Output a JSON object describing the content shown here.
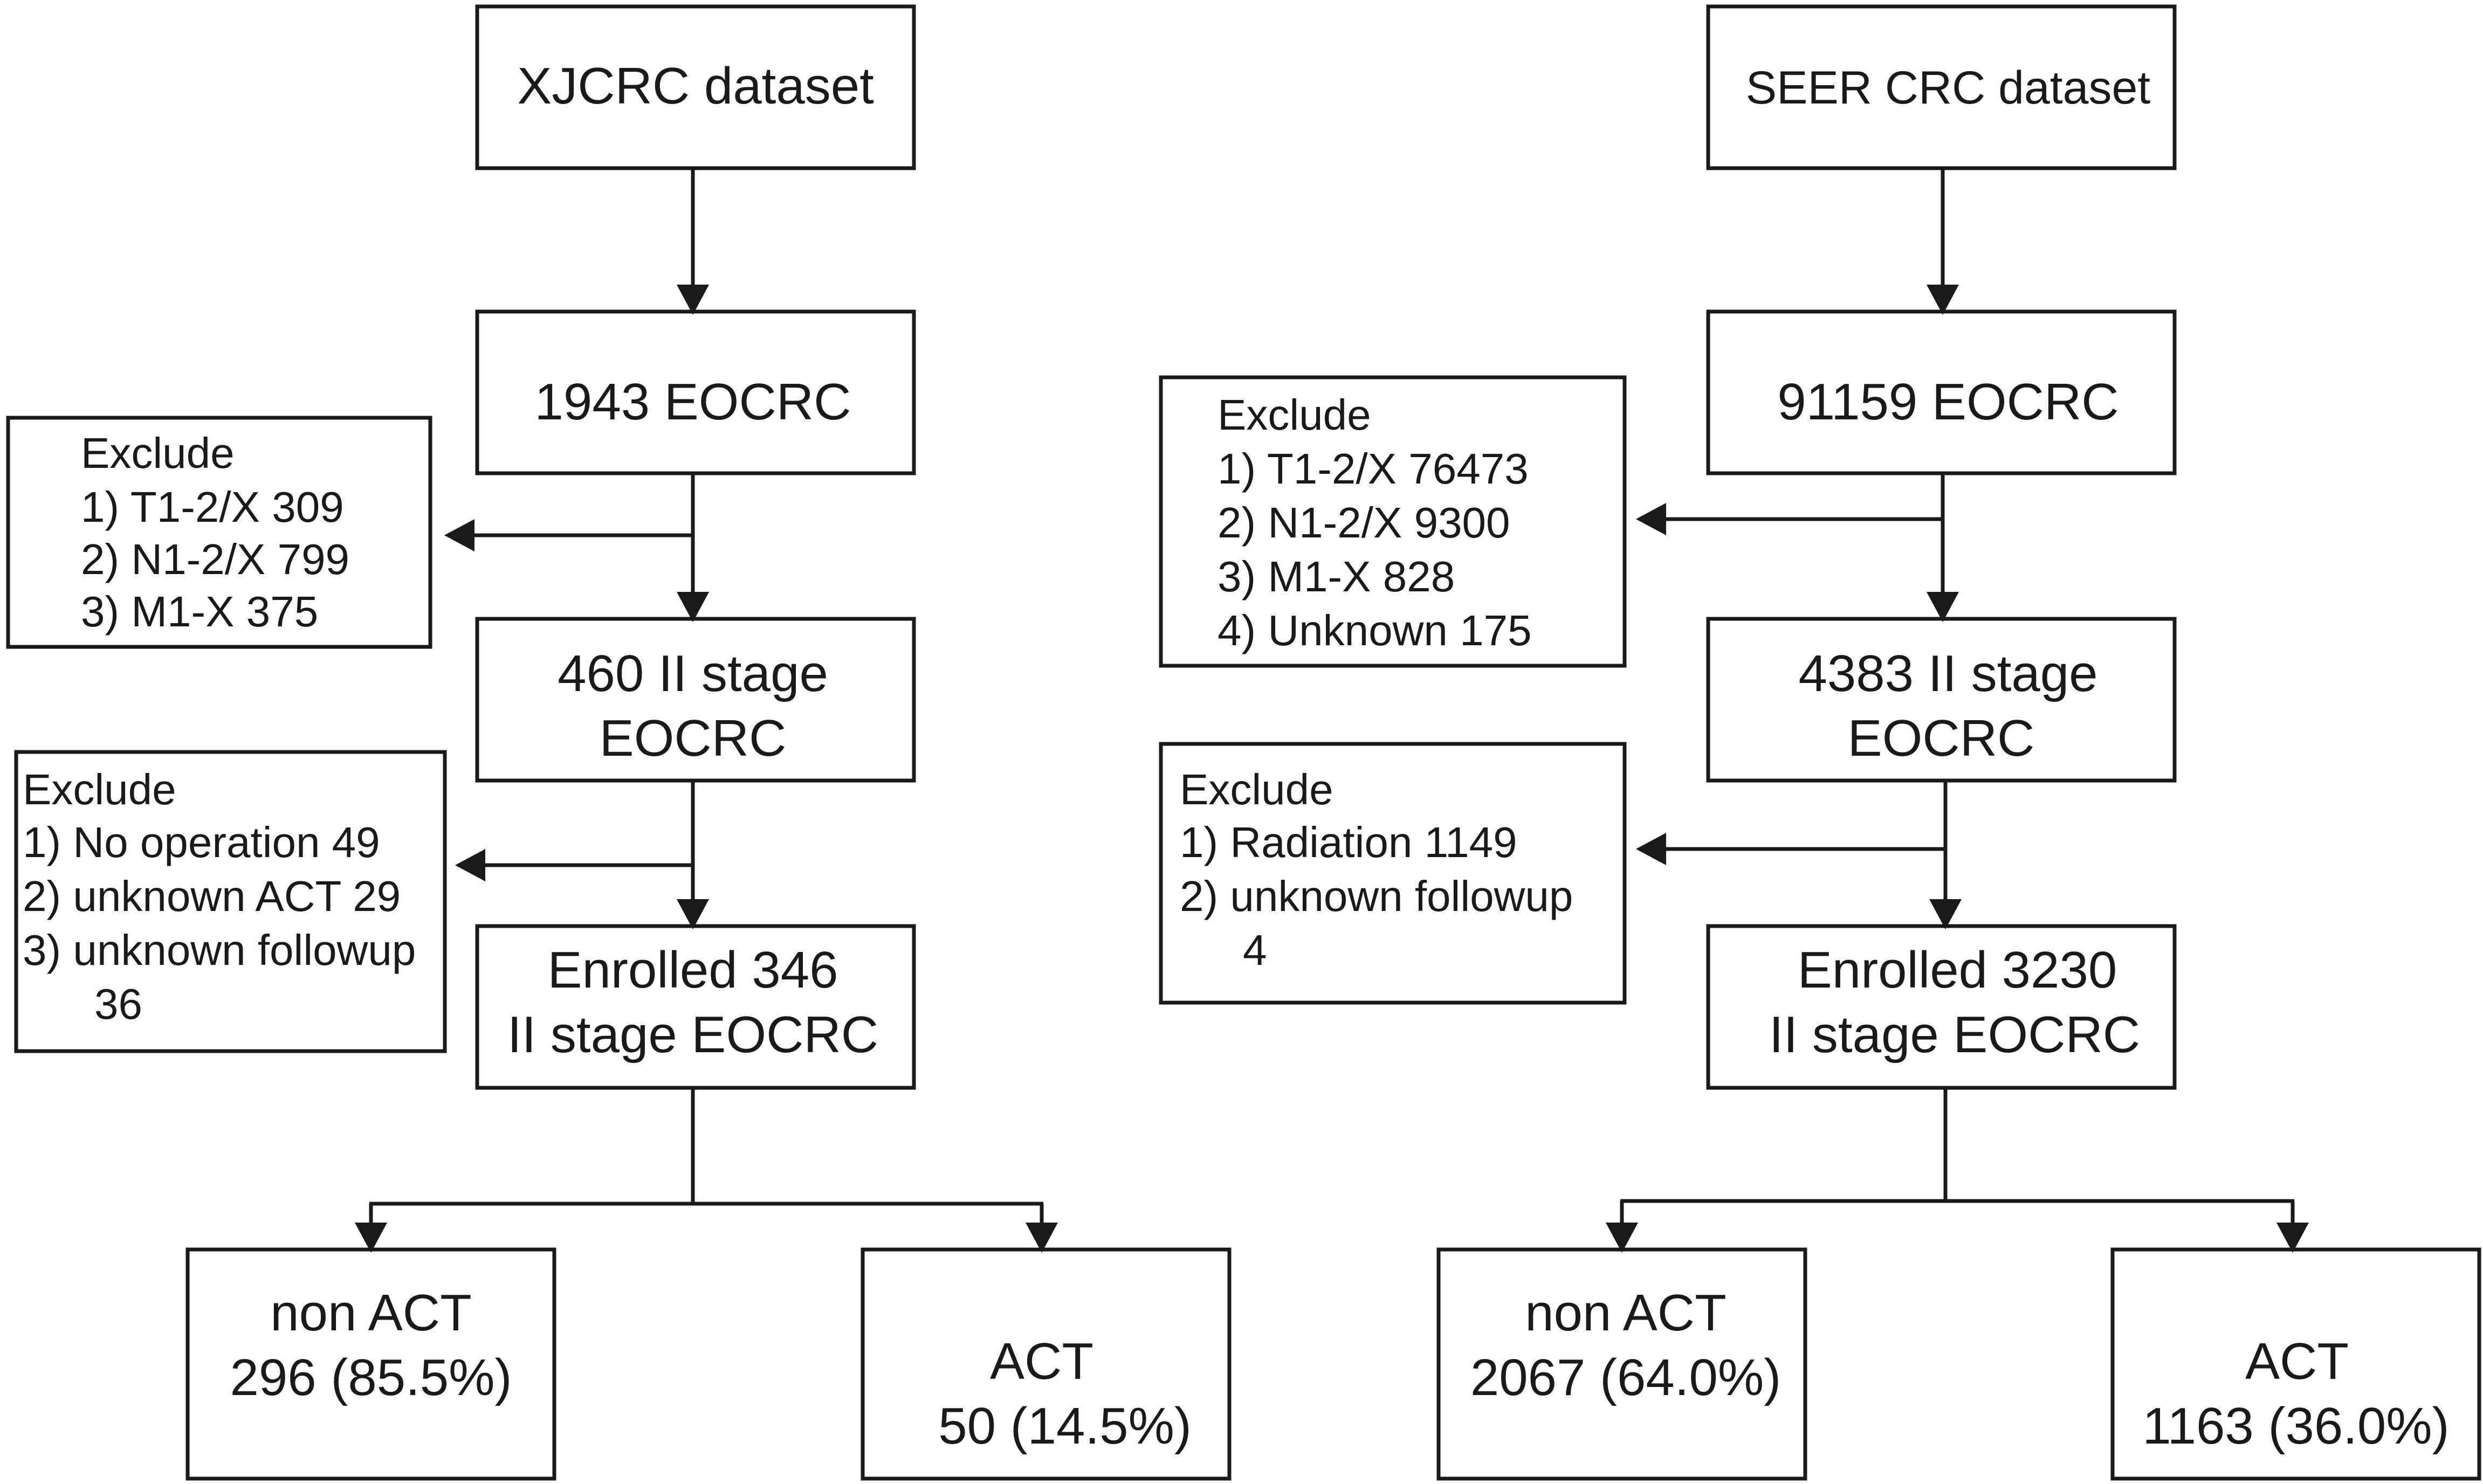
{
  "xjcrc": {
    "dataset": "XJCRC dataset",
    "eocrc": "1943 EOCRC",
    "stage_l1": "460 II stage",
    "stage_l2": "EOCRC",
    "enrolled_l1": "Enrolled 346",
    "enrolled_l2": "II stage EOCRC",
    "exclude1": {
      "title": "Exclude",
      "items": [
        "1) T1-2/X 309",
        "2) N1-2/X 799",
        "3) M1-X 375"
      ]
    },
    "exclude2": {
      "title": "Exclude",
      "items": [
        "1) No operation 49",
        "2) unknown  ACT 29",
        "3) unknown followup",
        "36"
      ]
    },
    "non_act_l1": "non ACT",
    "non_act_l2": "296 (85.5%)",
    "act_l1": "ACT",
    "act_l2": "50 (14.5%)"
  },
  "seer": {
    "dataset": "SEER CRC dataset",
    "eocrc": "91159 EOCRC",
    "stage_l1": "4383 II stage",
    "stage_l2": "EOCRC",
    "enrolled_l1": "Enrolled 3230",
    "enrolled_l2": "II stage EOCRC",
    "exclude1": {
      "title": "Exclude",
      "items": [
        "1) T1-2/X 76473",
        "2) N1-2/X 9300",
        "3) M1-X 828",
        "4) Unknown 175"
      ]
    },
    "exclude2": {
      "title": "Exclude",
      "items": [
        "1) Radiation 1149",
        "2) unknown followup",
        "4"
      ]
    },
    "non_act_l1": "non ACT",
    "non_act_l2": "2067 (64.0%)",
    "act_l1": "ACT",
    "act_l2": "1163 (36.0%)"
  },
  "colors": {
    "stroke": "#1a1a1a",
    "text": "#1a1a1a",
    "background": "#ffffff"
  }
}
